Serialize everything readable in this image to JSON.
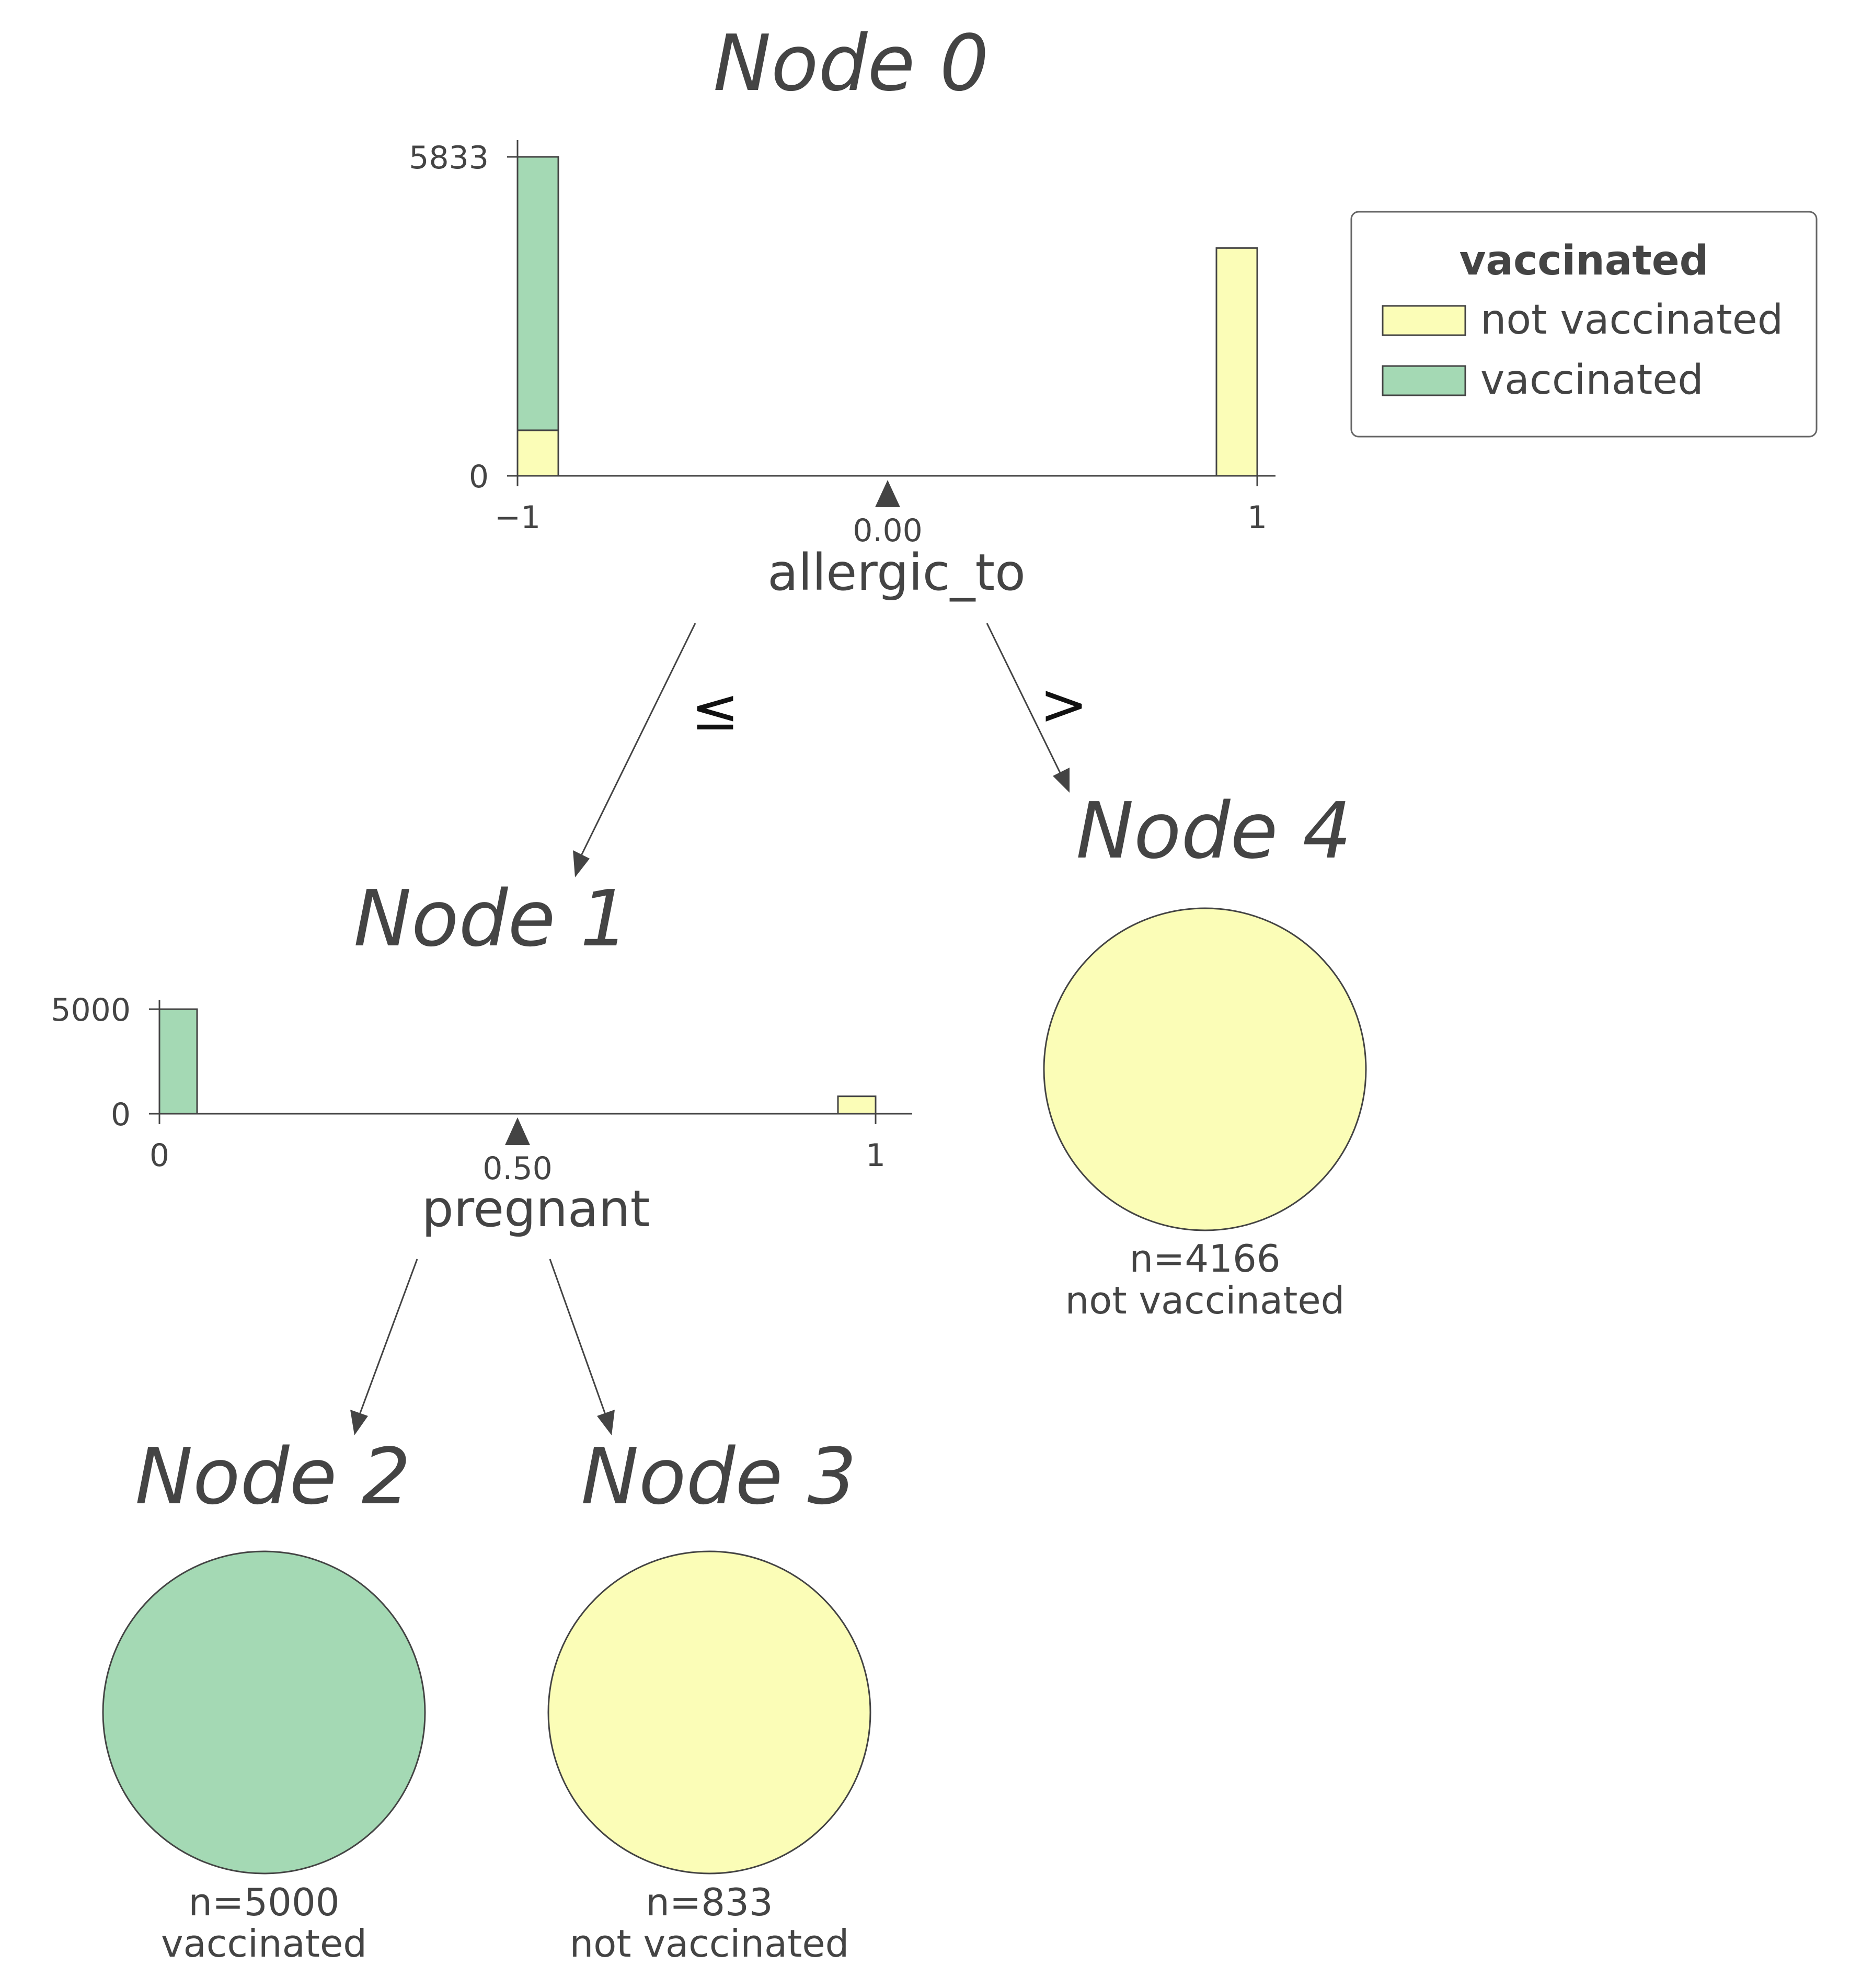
{
  "tree": {
    "target": "vaccinated",
    "classes": [
      {
        "name": "not vaccinated",
        "color": "#fbfdb7"
      },
      {
        "name": "vaccinated",
        "color": "#a4d9b4"
      }
    ],
    "edge_labels": {
      "left": "≤",
      "right": ">"
    },
    "nodes": [
      {
        "id": 0,
        "title": "Node 0",
        "type": "split",
        "feature": "allergic_to",
        "threshold": "0.00",
        "histogram": {
          "x_range": [
            -1,
            1
          ],
          "x_ticks": [
            "−1",
            "1"
          ],
          "y_ticks": [
            "0",
            "5833"
          ],
          "y_max": 5833,
          "bins": [
            {
              "x": -1,
              "not_vaccinated": 833,
              "vaccinated": 5000
            },
            {
              "x": 1,
              "not_vaccinated": 4166,
              "vaccinated": 0
            }
          ]
        }
      },
      {
        "id": 1,
        "title": "Node 1",
        "type": "split",
        "feature": "pregnant",
        "threshold": "0.50",
        "histogram": {
          "x_range": [
            0,
            1
          ],
          "x_ticks": [
            "0",
            "1"
          ],
          "y_ticks": [
            "0",
            "5000"
          ],
          "y_max": 5000,
          "bins": [
            {
              "x": 0,
              "not_vaccinated": 0,
              "vaccinated": 5000
            },
            {
              "x": 1,
              "not_vaccinated": 833,
              "vaccinated": 0
            }
          ]
        }
      },
      {
        "id": 2,
        "title": "Node 2",
        "type": "leaf",
        "n_label": "n=5000",
        "class_label": "vaccinated",
        "class_index": 1
      },
      {
        "id": 3,
        "title": "Node 3",
        "type": "leaf",
        "n_label": "n=833",
        "class_label": "not vaccinated",
        "class_index": 0
      },
      {
        "id": 4,
        "title": "Node 4",
        "type": "leaf",
        "n_label": "n=4166",
        "class_label": "not vaccinated",
        "class_index": 0
      }
    ]
  },
  "legend": {
    "title": "vaccinated",
    "items": [
      {
        "label": "not vaccinated",
        "color": "#fbfdb7"
      },
      {
        "label": "vaccinated",
        "color": "#a4d9b4"
      }
    ]
  }
}
